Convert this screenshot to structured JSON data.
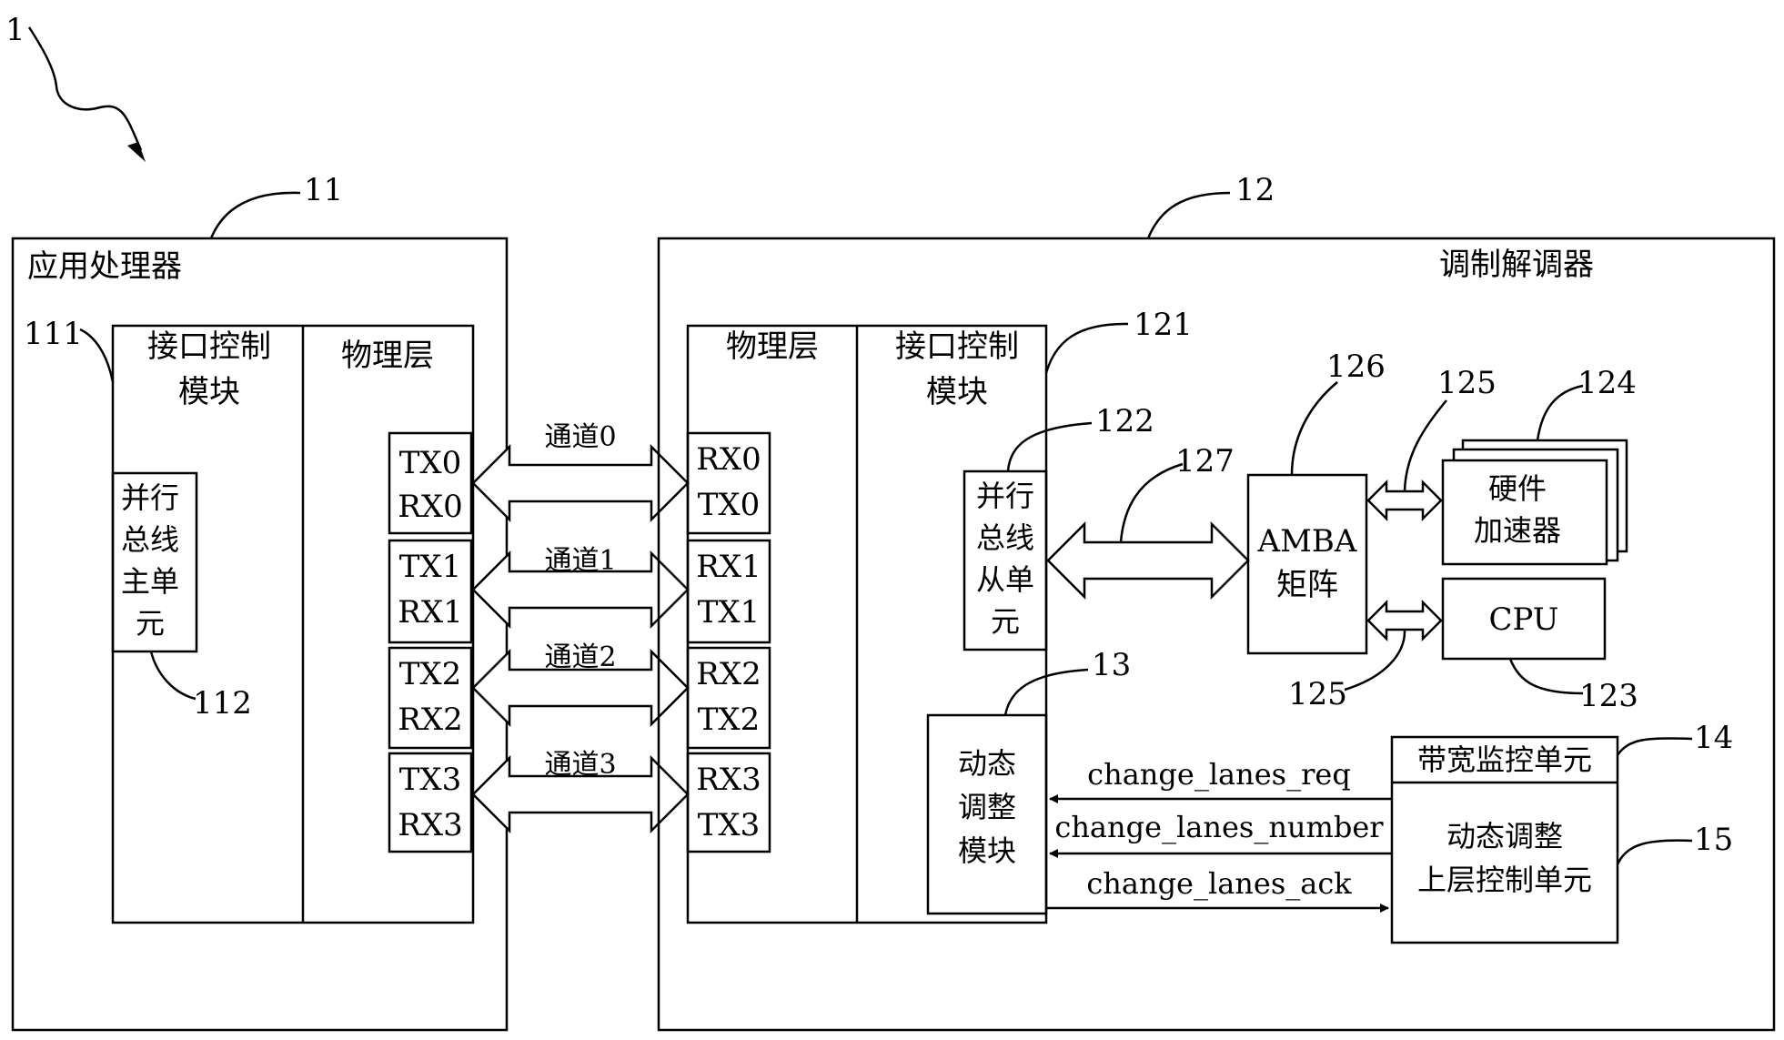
{
  "labels": {
    "ref_1": "1",
    "ref_11": "11",
    "ref_12": "12",
    "ref_111": "111",
    "ref_112": "112",
    "ref_121": "121",
    "ref_122": "122",
    "ref_123": "123",
    "ref_124": "124",
    "ref_125_top": "125",
    "ref_125_bottom": "125",
    "ref_126": "126",
    "ref_127": "127",
    "ref_13": "13",
    "ref_14": "14",
    "ref_15": "15"
  },
  "app_processor": {
    "title": "应用处理器",
    "interface_control": [
      "接口控制",
      "模块"
    ],
    "physical_layer": "物理层",
    "parallel_bus_master": [
      "并行",
      "总线",
      "主单",
      "元"
    ],
    "ports": [
      [
        "TX0",
        "RX0"
      ],
      [
        "TX1",
        "RX1"
      ],
      [
        "TX2",
        "RX2"
      ],
      [
        "TX3",
        "RX3"
      ]
    ]
  },
  "channels": [
    "通道0",
    "通道1",
    "通道2",
    "通道3"
  ],
  "modem": {
    "title": "调制解调器",
    "physical_layer": "物理层",
    "interface_control": [
      "接口控制",
      "模块"
    ],
    "ports": [
      [
        "RX0",
        "TX0"
      ],
      [
        "RX1",
        "TX1"
      ],
      [
        "RX2",
        "TX2"
      ],
      [
        "RX3",
        "TX3"
      ]
    ],
    "parallel_bus_slave": [
      "并行",
      "总线",
      "从单",
      "元"
    ],
    "amba": [
      "AMBA",
      "矩阵"
    ],
    "hw_accel": [
      "硬件",
      "加速器"
    ],
    "cpu": "CPU",
    "dynamic_adjust_module": [
      "动态",
      "调整",
      "模块"
    ],
    "bandwidth_monitor": "带宽监控单元",
    "upper_control": [
      "动态调整",
      "上层控制单元"
    ]
  },
  "signals": {
    "req": "change_lanes_req",
    "number": "change_lanes_number",
    "ack": "change_lanes_ack"
  }
}
